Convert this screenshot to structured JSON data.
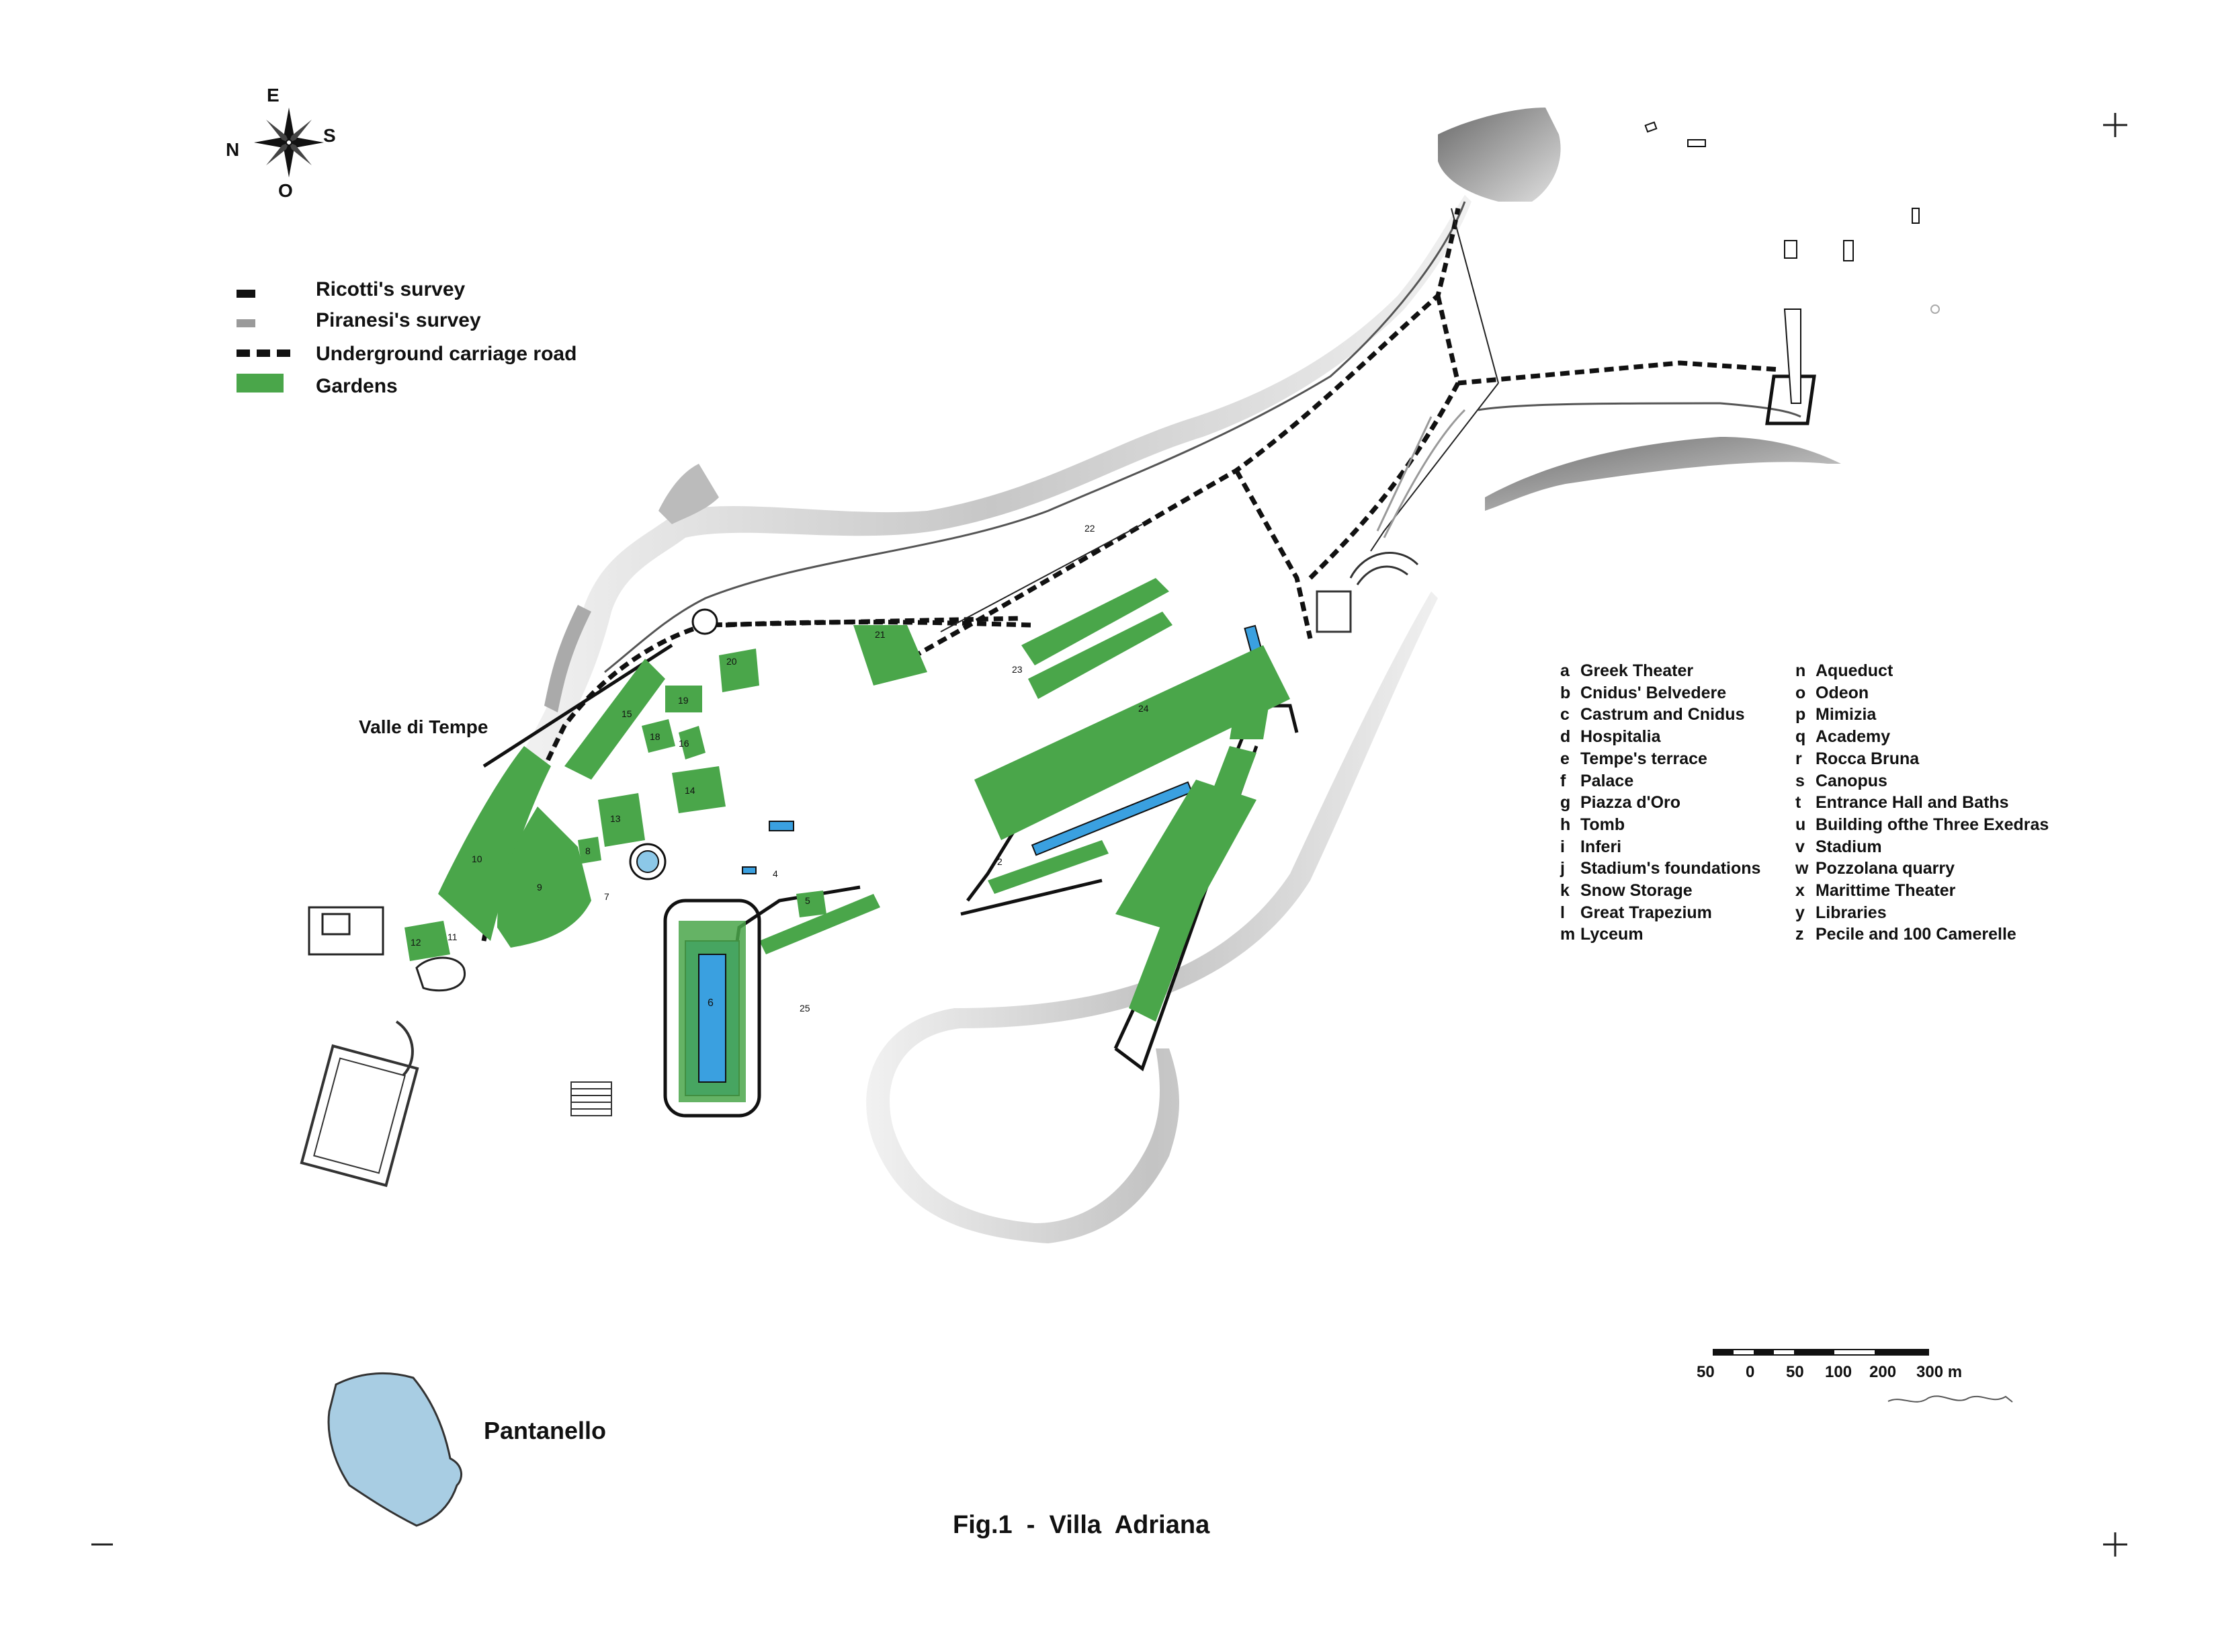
{
  "compass": {
    "north": "N",
    "east": "E",
    "south": "S",
    "west": "O"
  },
  "legend": {
    "items": [
      {
        "label": "Ricotti's survey",
        "color": "#111111",
        "style": "solid-short"
      },
      {
        "label": "Piranesi's survey",
        "color": "#9a9a9a",
        "style": "solid-short"
      },
      {
        "label": "Underground carriage road",
        "color": "#111111",
        "style": "dashed"
      },
      {
        "label": "Gardens",
        "color": "#4aa64a",
        "style": "block"
      }
    ]
  },
  "colors": {
    "garden": "#4aa64a",
    "water": "#3aa0e0",
    "pond": "#a8cde3",
    "rock": "#c8c8c8",
    "building": "#222222"
  },
  "place_labels": {
    "valle": "Valle di Tempe",
    "pantanello": "Pantanello"
  },
  "key": {
    "left": [
      {
        "letter": "a",
        "name": "Greek Theater"
      },
      {
        "letter": "b",
        "name": "Cnidus' Belvedere"
      },
      {
        "letter": "c",
        "name": "Castrum and Cnidus"
      },
      {
        "letter": "d",
        "name": "Hospitalia"
      },
      {
        "letter": "e",
        "name": "Tempe's terrace"
      },
      {
        "letter": "f",
        "name": "Palace"
      },
      {
        "letter": "g",
        "name": "Piazza d'Oro"
      },
      {
        "letter": "h",
        "name": "Tomb"
      },
      {
        "letter": "i",
        "name": "Inferi"
      },
      {
        "letter": "j",
        "name": "Stadium's foundations"
      },
      {
        "letter": "k",
        "name": "Snow Storage"
      },
      {
        "letter": "l",
        "name": "Great Trapezium"
      },
      {
        "letter": "m",
        "name": "Lyceum"
      }
    ],
    "right": [
      {
        "letter": "n",
        "name": "Aqueduct"
      },
      {
        "letter": "o",
        "name": "Odeon"
      },
      {
        "letter": "p",
        "name": "Mimizia"
      },
      {
        "letter": "q",
        "name": "Academy"
      },
      {
        "letter": "r",
        "name": "Rocca Bruna"
      },
      {
        "letter": "s",
        "name": "Canopus"
      },
      {
        "letter": "t",
        "name": "Entrance Hall and Baths"
      },
      {
        "letter": "u",
        "name": "Building ofthe Three Exedras"
      },
      {
        "letter": "v",
        "name": "Stadium"
      },
      {
        "letter": "w",
        "name": "Pozzolana quarry"
      },
      {
        "letter": "x",
        "name": "Marittime Theater"
      },
      {
        "letter": "y",
        "name": "Libraries"
      },
      {
        "letter": "z",
        "name": "Pecile and 100  Camerelle"
      }
    ]
  },
  "scale_bar": {
    "labels": [
      "50",
      "0",
      "50",
      "100",
      "200",
      "300 m"
    ]
  },
  "garden_numbers": [
    "2",
    "4",
    "5",
    "6",
    "7",
    "8",
    "9",
    "10",
    "11",
    "12",
    "13",
    "14",
    "15",
    "16",
    "18",
    "19",
    "20",
    "21",
    "22",
    "23",
    "24",
    "25"
  ],
  "caption": "Fig.1  -  Villa  Adriana"
}
